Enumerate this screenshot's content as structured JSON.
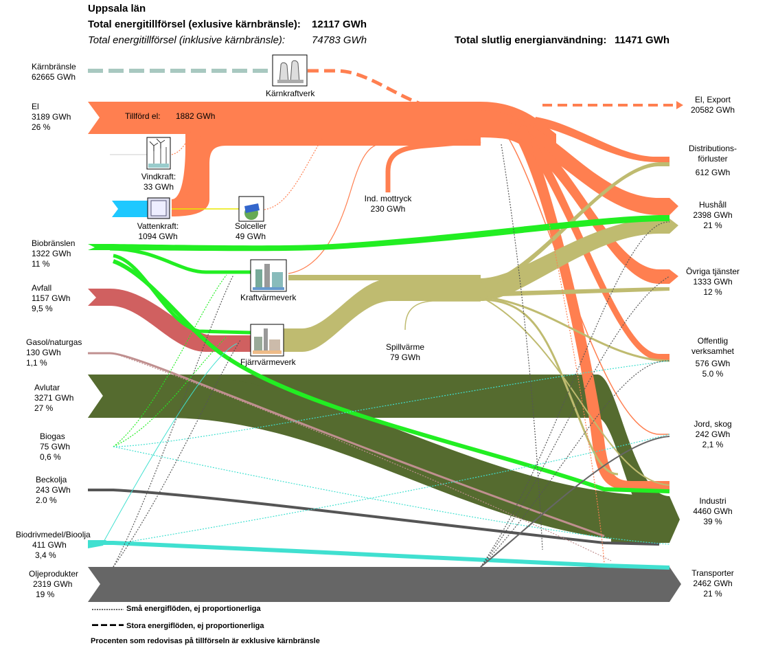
{
  "header": {
    "region": "Uppsala län",
    "supply_excl_label": "Total energitillförsel (exlusive kärnbränsle):",
    "supply_excl_value": "12117 GWh",
    "supply_incl_label": "Total energitillförsel (inklusive kärnbränsle):",
    "supply_incl_value": "74783 GWh",
    "final_use_label": "Total slutlig energianvändning:",
    "final_use_value": "11471 GWh"
  },
  "sources": [
    {
      "name": "Kärnbränsle",
      "value": "62665 GWh",
      "share": ""
    },
    {
      "name": "El",
      "value": "3189 GWh",
      "share": "26 %"
    },
    {
      "name": "Biobränslen",
      "value": "1322 GWh",
      "share": "11 %"
    },
    {
      "name": "Avfall",
      "value": "1157 GWh",
      "share": "9,5 %"
    },
    {
      "name": "Gasol/naturgas",
      "value": "130 GWh",
      "share": "1,1 %"
    },
    {
      "name": "Avlutar",
      "value": "3271 GWh",
      "share": "27 %"
    },
    {
      "name": "Biogas",
      "value": "75 GWh",
      "share": "0,6 %"
    },
    {
      "name": "Beckolja",
      "value": "243 GWh",
      "share": "2.0 %"
    },
    {
      "name": "Biodrivmedel/Bioolja",
      "value": "411 GWh",
      "share": "3,4 %"
    },
    {
      "name": "Oljeprodukter",
      "value": "2319 GWh",
      "share": "19 %"
    }
  ],
  "intermediate": {
    "karnkraftverk": "Kärnkraftverk",
    "tillford_el_label": "Tillförd el:",
    "tillford_el_value": "1882 GWh",
    "vindkraft_name": "Vindkraft:",
    "vindkraft_value": "33 GWh",
    "vattenkraft_name": "Vattenkraft:",
    "vattenkraft_value": "1094 GWh",
    "solceller_name": "Solceller",
    "solceller_value": "49 GWh",
    "ind_mottryck_name": "Ind. mottryck",
    "ind_mottryck_value": "230 GWh",
    "kraftvarmeverk": "Kraftvärmeverk",
    "fjarrvarmeverk": "Fjärrvärmeverk",
    "spillvarme_name": "Spillvärme",
    "spillvarme_value": "79 GWh"
  },
  "destinations": [
    {
      "name": "El, Export",
      "value": "20582 GWh",
      "share": ""
    },
    {
      "name": "Distributions-\nförluster",
      "value": "612 GWh",
      "share": ""
    },
    {
      "name": "Hushåll",
      "value": "2398 GWh",
      "share": "21 %"
    },
    {
      "name": "Övriga tjänster",
      "value": "1333 GWh",
      "share": "12 %"
    },
    {
      "name": "Offentlig\nverksamhet",
      "value": "576 GWh",
      "share": "5.0 %"
    },
    {
      "name": "Jord, skog",
      "value": "242 GWh",
      "share": "2,1 %"
    },
    {
      "name": "Industri",
      "value": "4460 GWh",
      "share": "39 %"
    },
    {
      "name": "Transporter",
      "value": "2462 GWh",
      "share": "21 %"
    }
  ],
  "legend": {
    "small_flows": "Små energiflöden, ej proportionerliga",
    "large_flows": "Stora energiflöden, ej proportionerliga",
    "note": "Procenten som redovisas på tillförseln är exklusive kärnbränsle"
  },
  "colors": {
    "el": "#ff7f50",
    "bio": "#22ee22",
    "avfall": "#d06060",
    "heat": "#bfbb70",
    "avlut": "#556b2f",
    "olja": "#666666",
    "biodriv": "#40e0d0",
    "gas": "#c09090",
    "nuclear_fuel": "#a8c8c0",
    "vatten": "#1ec8ff"
  }
}
